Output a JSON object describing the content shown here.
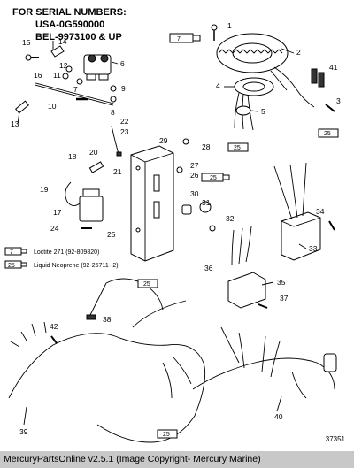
{
  "header": {
    "line1": "FOR SERIAL NUMBERS:",
    "line2": "USA-0G590000",
    "line3": "BEL-9973100 & UP"
  },
  "legend": [
    {
      "symbol": "7",
      "text": "Loctite 271 (92-809820)"
    },
    {
      "symbol": "25",
      "text": "Liquid Neoprene (92-25711--2)"
    }
  ],
  "callouts": [
    "1",
    "2",
    "3",
    "4",
    "5",
    "6",
    "7",
    "8",
    "9",
    "10",
    "11",
    "12",
    "13",
    "14",
    "15",
    "16",
    "17",
    "18",
    "19",
    "20",
    "21",
    "22",
    "23",
    "24",
    "25",
    "26",
    "27",
    "28",
    "29",
    "30",
    "31",
    "32",
    "33",
    "34",
    "35",
    "36",
    "37",
    "38",
    "39",
    "40",
    "41",
    "42"
  ],
  "tube_labels": {
    "t7": "7",
    "t25": "25"
  },
  "figure_number": "37351",
  "footer": "MercuryPartsOnline v2.5.1 (Image Copyright- Mercury Marine)"
}
